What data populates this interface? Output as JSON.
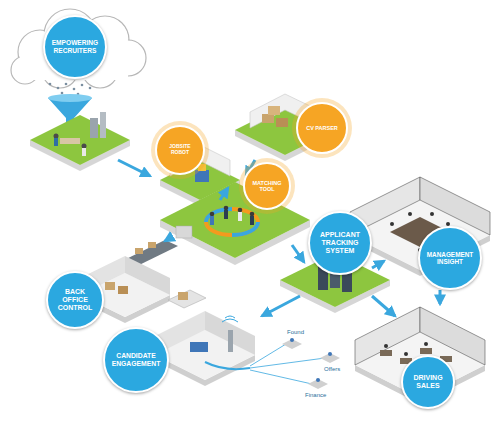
{
  "diagram": {
    "nodes": [
      {
        "text": [
          "EMPOWERING RECRUITERS"
        ]
      },
      {
        "text": [
          "JOBSITE ROBOT"
        ]
      },
      {
        "text": [
          "CV PARSER"
        ]
      },
      {
        "text": [
          "MATCHING TOOL"
        ]
      },
      {
        "text": [
          "APPLICANT TRACKING SYSTEM"
        ]
      },
      {
        "text": [
          "MANAGEMENT INSIGHT"
        ]
      },
      {
        "text": [
          "BACK OFFICE CONTROL"
        ]
      },
      {
        "text": [
          "CANDIDATE ENGAGEMENT"
        ]
      },
      {
        "text": [
          "DRIVING SALES"
        ]
      }
    ],
    "labels": [
      "Found",
      "Offers",
      "Finance"
    ]
  }
}
